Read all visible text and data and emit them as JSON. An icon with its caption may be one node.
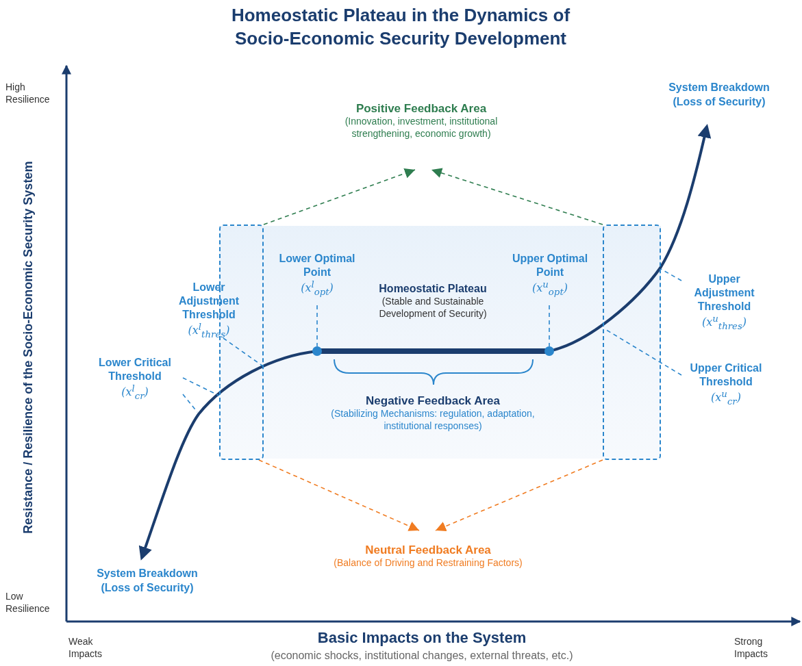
{
  "diagram": {
    "title": "Homeostatic Plateau in the Dynamics of Socio-Economic Security Development",
    "nodes": [
      {
        "text": [
          "Positive Feedback Area",
          "(Innovation, investment, institutional strengthening, economic growth)"
        ]
      },
      {
        "text": [],
        "shape": "box"
      },
      {
        "text": [],
        "shape": "box"
      },
      {
        "text": [
          "Lower Optimal Point",
          "(x$^{l}$$_{opt}$)"
        ]
      },
      {
        "text": [],
        "shape": "circle"
      },
      {
        "text": [
          "Upper Optimal Point",
          "(x$^{u}$$_{opt}$)"
        ]
      },
      {
        "text": [],
        "shape": "circle"
      },
      {
        "text": [
          "Homeostatic Plateau",
          "(Stable and Sustainable Development of Security)"
        ]
      },
      {
        "text": [
          "Lower Adjustment Threshold",
          "(x$^{l}$$_{thres}$)"
        ]
      },
      {
        "text": [
          "Lower Critical Threshold",
          "(x$^{l}$$_{cr}$)"
        ]
      },
      {
        "text": [
          "Upper Adjustment Threshold",
          "(x$^{u}$$_{thres}$)"
        ]
      },
      {
        "text": [
          "Upper Critical Threshold",
          "(x$^{u}$$_{cr}$)"
        ]
      },
      {
        "text": [
          "Negative Feedback Area",
          "(Stabilizing Mechanisms: regulation, adaptation, institutional responses)"
        ]
      },
      {
        "text": [
          "Neutral Feedback Area",
          "(Balance of Driving and Restraining Factors)"
        ]
      }
    ],
    "edges": [
      {
        "from": 1,
        "to": 0,
        "arrow": "to",
        "style": "dashed",
        "color": "#2e7d4f"
      },
      {
        "from": 2,
        "to": 0,
        "arrow": "to",
        "style": "dashed",
        "color": "#2e7d4f"
      },
      {
        "from": 1,
        "to": 13,
        "arrow": "to",
        "style": "dashed",
        "color": "#f07c22"
      },
      {
        "from": 2,
        "to": 13,
        "arrow": "to",
        "style": "dashed",
        "color": "#f07c22"
      },
      {
        "from": 3,
        "to": 4,
        "arrow": "none",
        "style": "dashed"
      },
      {
        "from": 5,
        "to": 6,
        "arrow": "none",
        "style": "dashed"
      },
      {
        "from": 8,
        "to": 1,
        "arrow": "none",
        "style": "dashed"
      },
      {
        "from": 9,
        "to": 1,
        "arrow": "none",
        "style": "dashed"
      },
      {
        "from": 9,
        "to": null,
        "arrow": "none",
        "style": "dashed"
      },
      {
        "from": 10,
        "to": 2,
        "arrow": "none",
        "style": "dashed"
      },
      {
        "from": 11,
        "to": 2,
        "arrow": "none",
        "style": "dashed"
      }
    ],
    "labels": [
      "High Resilience",
      "System Breakdown (Loss of Security)",
      "Resistance / Resilience of the Socio-Economic Security System",
      "System Breakdown (Loss of Security)",
      "Low Resilience",
      "Weak Impacts",
      "Basic Impacts on the System",
      "(economic shocks, institutional changes, external threats, etc.)",
      "Strong Impacts"
    ]
  }
}
